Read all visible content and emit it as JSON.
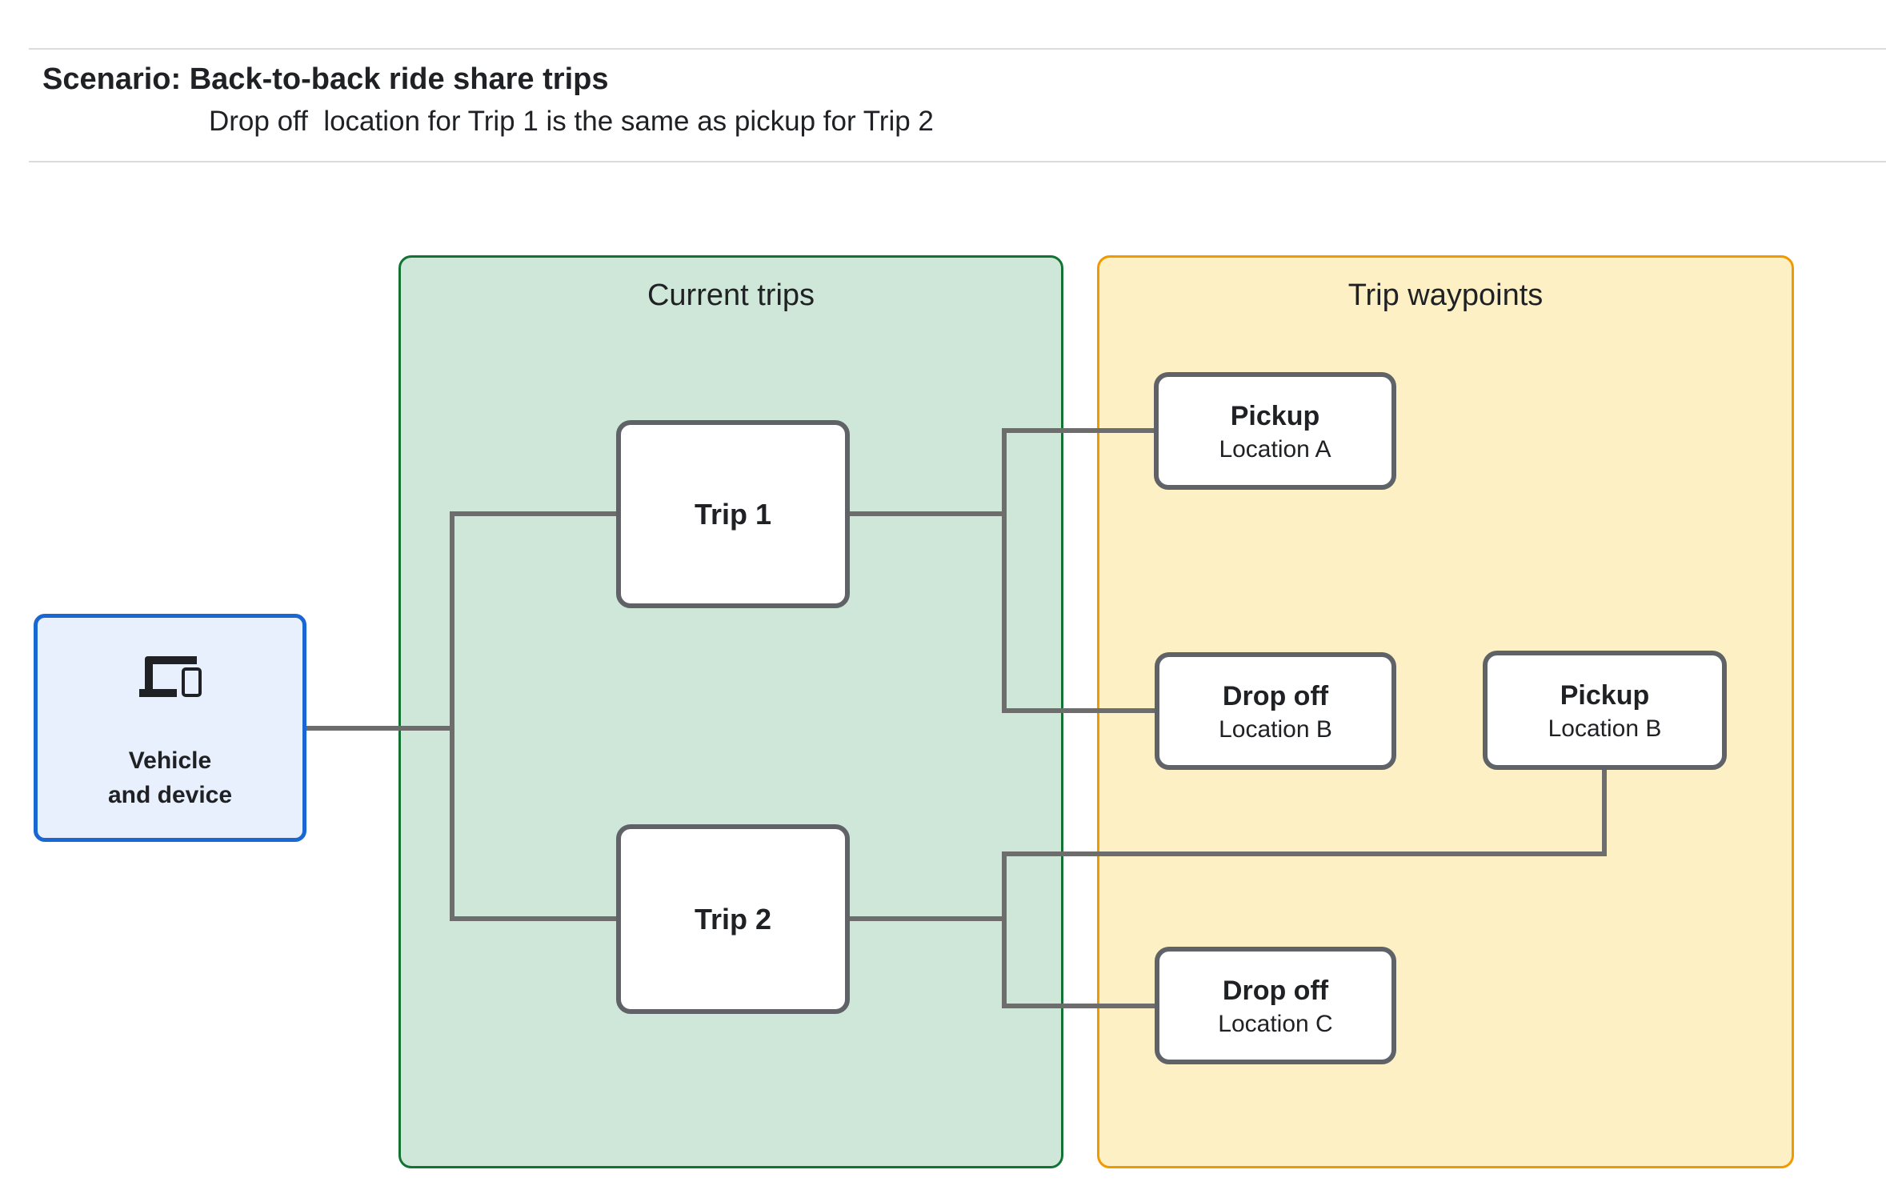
{
  "header": {
    "title": "Scenario: Back-to-back ride share trips",
    "subtitle": "Drop off  location for Trip 1 is the same as pickup for Trip 2"
  },
  "vehicle_box": {
    "icon": "laptop-phone-icon",
    "label_line1": "Vehicle",
    "label_line2": "and device"
  },
  "groups": {
    "current_trips": {
      "title": "Current trips",
      "fill": "#cfe7d8",
      "border": "#137333"
    },
    "trip_waypoints": {
      "title": "Trip waypoints",
      "fill": "#fcf0c4",
      "border": "#f29900"
    }
  },
  "trips": [
    {
      "label": "Trip 1"
    },
    {
      "label": "Trip 2"
    }
  ],
  "waypoints": [
    {
      "type": "Pickup",
      "location": "Location A"
    },
    {
      "type": "Drop off",
      "location": "Location B"
    },
    {
      "type": "Pickup",
      "location": "Location B"
    },
    {
      "type": "Drop off",
      "location": "Location C"
    }
  ],
  "edges": [
    {
      "from": "vehicle-and-device",
      "to": "trip-1"
    },
    {
      "from": "vehicle-and-device",
      "to": "trip-2"
    },
    {
      "from": "trip-1",
      "to": "pickup-location-a"
    },
    {
      "from": "trip-1",
      "to": "drop-off-location-b"
    },
    {
      "from": "trip-2",
      "to": "pickup-location-b"
    },
    {
      "from": "trip-2",
      "to": "drop-off-location-c"
    }
  ],
  "colors": {
    "vehicle_fill": "#e8f0fe",
    "vehicle_border": "#1967d2",
    "node_border": "#5f6368",
    "connector": "#6d6d6d",
    "divider": "#dadce0",
    "text": "#202124"
  }
}
